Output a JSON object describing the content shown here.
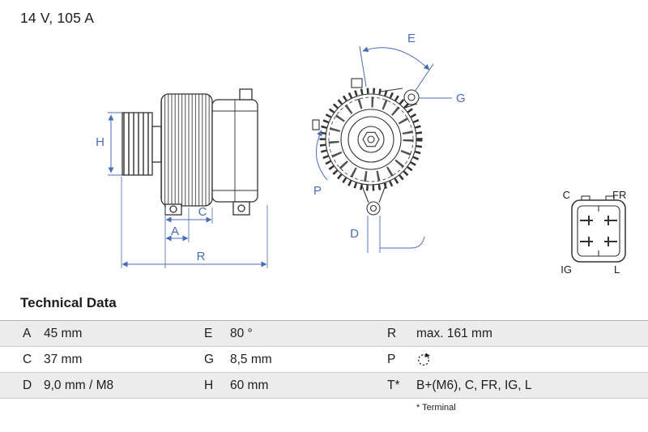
{
  "header": {
    "spec": "14 V, 105 A"
  },
  "diagram": {
    "dimension_labels": {
      "H": "H",
      "A": "A",
      "C": "C",
      "R": "R",
      "E": "E",
      "G": "G",
      "P": "P",
      "D": "D"
    },
    "connector_pins": {
      "top_left": "C",
      "top_right": "FR",
      "bottom_left": "IG",
      "bottom_right": "L"
    }
  },
  "technical_data": {
    "title": "Technical Data",
    "rows": [
      {
        "cells": [
          {
            "key": "A",
            "value": "45 mm"
          },
          {
            "key": "E",
            "value": "80 °"
          },
          {
            "key": "R",
            "value": "max. 161 mm"
          }
        ]
      },
      {
        "cells": [
          {
            "key": "C",
            "value": "37 mm"
          },
          {
            "key": "G",
            "value": "8,5 mm"
          },
          {
            "key": "P",
            "value": "",
            "icon": "rotation-icon"
          }
        ]
      },
      {
        "cells": [
          {
            "key": "D",
            "value": "9,0 mm / M8"
          },
          {
            "key": "H",
            "value": "60 mm"
          },
          {
            "key": "T*",
            "value": "B+(M6), C, FR, IG, L"
          }
        ]
      }
    ],
    "footnote": "* Terminal"
  },
  "colors": {
    "dimension_blue": "#4a6db8",
    "row_shade": "#ececec",
    "drawing_ink": "#333333"
  }
}
